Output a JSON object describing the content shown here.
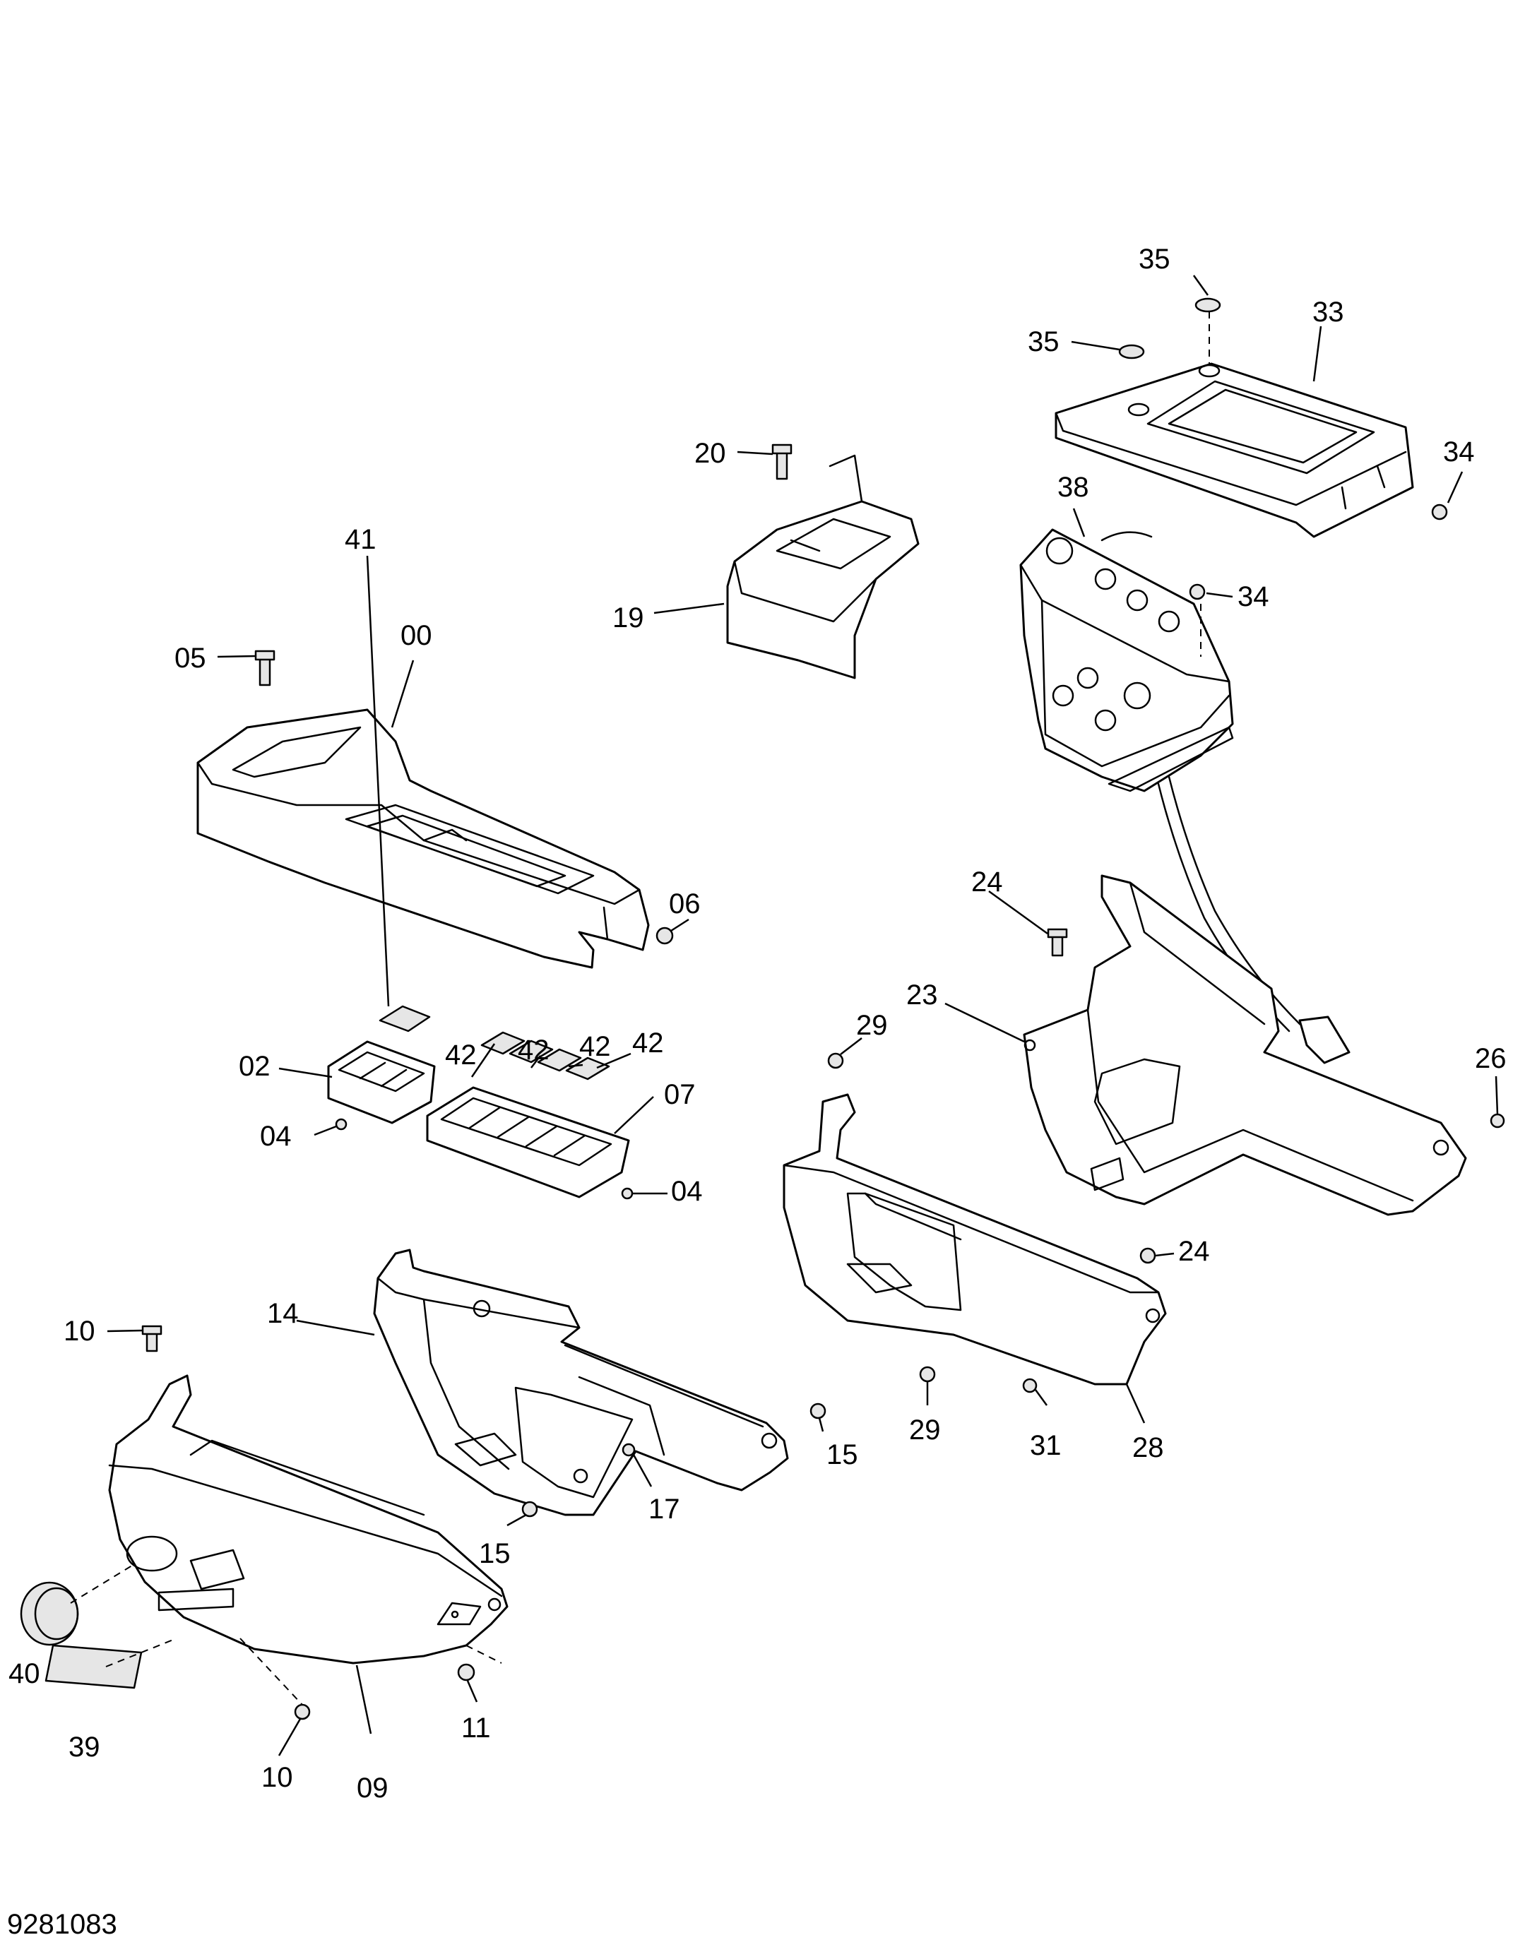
{
  "drawing_id": "9281083",
  "callouts": {
    "c00": "00",
    "c02": "02",
    "c04a": "04",
    "c04b": "04",
    "c05": "05",
    "c06": "06",
    "c07": "07",
    "c09": "09",
    "c10a": "10",
    "c10b": "10",
    "c11": "11",
    "c14": "14",
    "c15a": "15",
    "c15b": "15",
    "c17": "17",
    "c19": "19",
    "c20": "20",
    "c23": "23",
    "c24a": "24",
    "c24b": "24",
    "c26": "26",
    "c28": "28",
    "c29a": "29",
    "c29b": "29",
    "c31": "31",
    "c33": "33",
    "c34a": "34",
    "c34b": "34",
    "c35a": "35",
    "c35b": "35",
    "c38": "38",
    "c39": "39",
    "c40": "40",
    "c41": "41",
    "c42a": "42",
    "c42b": "42",
    "c42c": "42",
    "c42d": "42"
  }
}
